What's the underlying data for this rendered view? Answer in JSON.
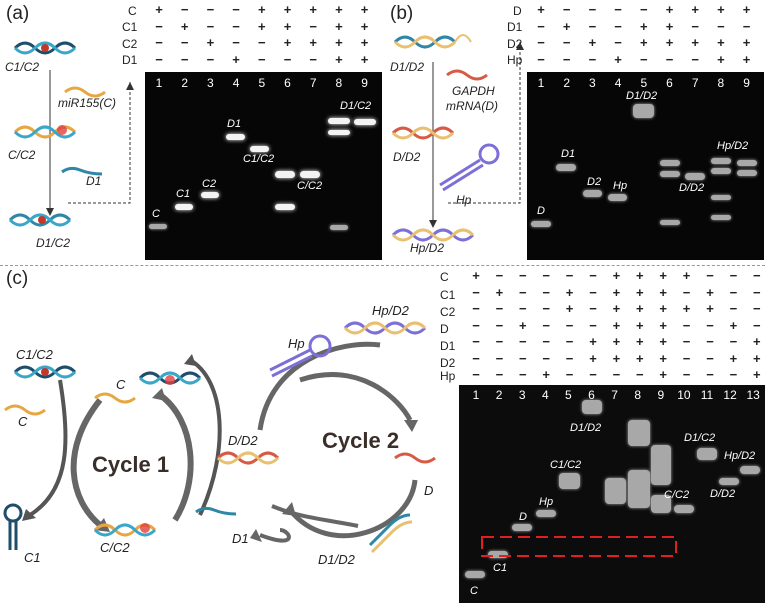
{
  "panels": {
    "a": "(a)",
    "b": "(b)",
    "c": "(c)"
  },
  "a": {
    "row_labels": [
      "C",
      "C1",
      "C2",
      "D1"
    ],
    "signs": [
      [
        "+",
        "−",
        "−",
        "−",
        "+",
        "+",
        "+",
        "+",
        "+"
      ],
      [
        "−",
        "+",
        "−",
        "−",
        "+",
        "+",
        "−",
        "+",
        "+"
      ],
      [
        "−",
        "−",
        "+",
        "−",
        "−",
        "+",
        "+",
        "+",
        "+"
      ],
      [
        "−",
        "−",
        "−",
        "+",
        "−",
        "−",
        "−",
        "+",
        "+"
      ]
    ],
    "lanes": [
      "1",
      "2",
      "3",
      "4",
      "5",
      "6",
      "7",
      "8",
      "9"
    ],
    "band_labels": [
      "C",
      "C1",
      "C2",
      "D1",
      "C1/C2",
      "C/C2",
      "D1/C2"
    ],
    "scheme": [
      "C1/C2",
      "miR155(C)",
      "C/C2",
      "D1",
      "D1/C2"
    ]
  },
  "b": {
    "row_labels": [
      "D",
      "D1",
      "D2",
      "Hp"
    ],
    "signs": [
      [
        "+",
        "−",
        "−",
        "−",
        "−",
        "+",
        "+",
        "+",
        "+"
      ],
      [
        "−",
        "+",
        "−",
        "−",
        "+",
        "+",
        "−",
        "−",
        "−"
      ],
      [
        "−",
        "−",
        "+",
        "−",
        "+",
        "+",
        "+",
        "+",
        "+"
      ],
      [
        "−",
        "−",
        "−",
        "+",
        "−",
        "−",
        "−",
        "+",
        "+"
      ]
    ],
    "lanes": [
      "1",
      "2",
      "3",
      "4",
      "5",
      "6",
      "7",
      "8",
      "9"
    ],
    "band_labels": [
      "D",
      "D1",
      "D2",
      "Hp",
      "D1/D2",
      "D/D2",
      "Hp/D2"
    ],
    "scheme": [
      "D1/D2",
      "GAPDH",
      "mRNA(D)",
      "D/D2",
      "Hp",
      "Hp/D2"
    ]
  },
  "c": {
    "row_labels": [
      "C",
      "C1",
      "C2",
      "D",
      "D1",
      "D2",
      "Hp"
    ],
    "signs": [
      [
        "+",
        "−",
        "−",
        "−",
        "−",
        "−",
        "+",
        "+",
        "+",
        "+",
        "−",
        "−",
        "−"
      ],
      [
        "−",
        "+",
        "−",
        "−",
        "+",
        "−",
        "+",
        "+",
        "+",
        "−",
        "+",
        "−",
        "−"
      ],
      [
        "−",
        "−",
        "−",
        "−",
        "+",
        "−",
        "+",
        "+",
        "+",
        "+",
        "+",
        "−",
        "−"
      ],
      [
        "−",
        "−",
        "+",
        "−",
        "−",
        "−",
        "+",
        "+",
        "+",
        "−",
        "−",
        "+",
        "−"
      ],
      [
        "−",
        "−",
        "−",
        "−",
        "−",
        "+",
        "+",
        "+",
        "+",
        "−",
        "−",
        "−",
        "+"
      ],
      [
        "−",
        "−",
        "−",
        "−",
        "−",
        "+",
        "+",
        "+",
        "+",
        "−",
        "−",
        "+",
        "+"
      ],
      [
        "−",
        "−",
        "−",
        "+",
        "−",
        "−",
        "−",
        "−",
        "+",
        "−",
        "−",
        "−",
        "+"
      ]
    ],
    "lanes": [
      "1",
      "2",
      "3",
      "4",
      "5",
      "6",
      "7",
      "8",
      "9",
      "10",
      "11",
      "12",
      "13"
    ],
    "band_labels": [
      "C",
      "C1",
      "D",
      "Hp",
      "C1/C2",
      "D1/D2",
      "C/C2",
      "D1/C2",
      "D/D2",
      "Hp/D2"
    ],
    "scheme": [
      "C1/C2",
      "C",
      "C",
      "Cycle 1",
      "C1",
      "C/C2",
      "Hp",
      "Hp/D2",
      "D/D2",
      "Cycle 2",
      "D",
      "D1",
      "D1/D2"
    ]
  }
}
